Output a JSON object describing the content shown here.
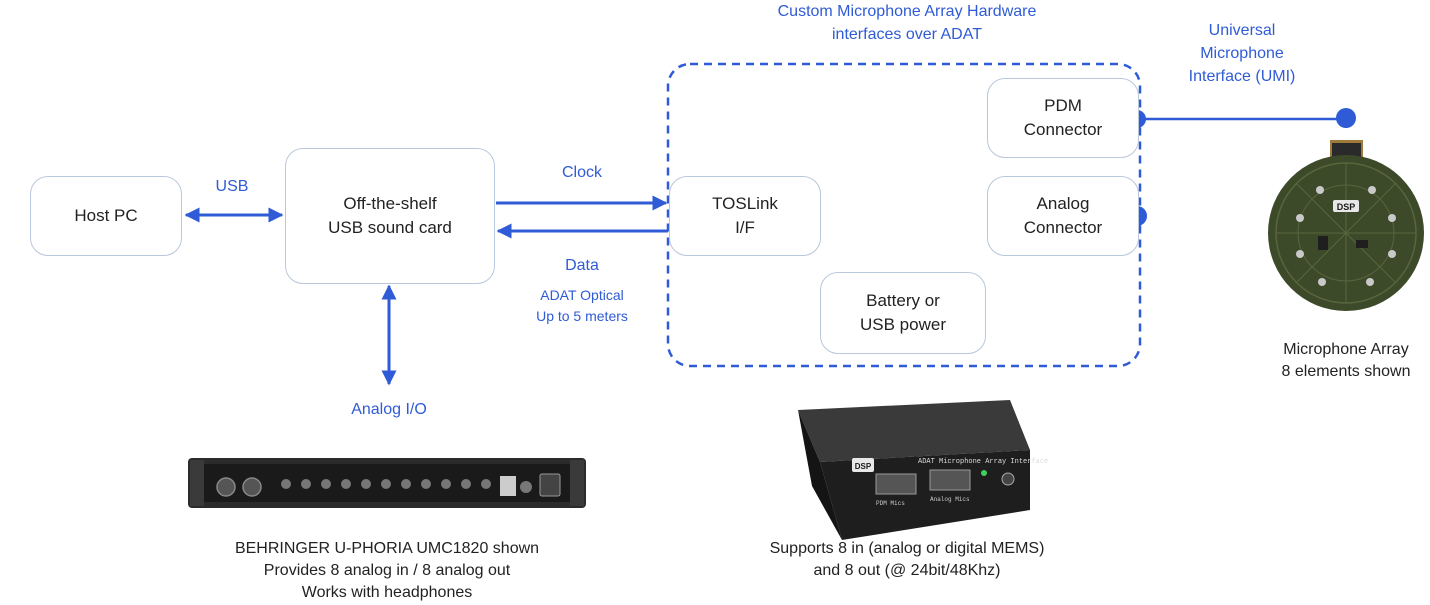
{
  "nodes": {
    "host_pc": "Host PC",
    "sound_card": "Off-the-shelf\nUSB sound card",
    "toslink": "TOSLink\nI/F",
    "pdm_connector": "PDM\nConnector",
    "analog_connector": "Analog\nConnector",
    "power": "Battery or\nUSB power"
  },
  "edge_labels": {
    "usb": "USB",
    "clock": "Clock",
    "data": "Data",
    "adat_optical": "ADAT Optical\nUp to 5 meters",
    "analog_io": "Analog I/O",
    "umi": "Universal\nMicrophone\nInterface (UMI)"
  },
  "group_label": "Custom Microphone Array Hardware\ninterfaces over ADAT",
  "captions": {
    "behringer": "BEHRINGER U-PHORIA UMC1820 shown\nProvides 8 analog in / 8 analog out\nWorks with headphones",
    "adat_box": "Supports 8 in (analog or digital MEMS)\nand 8 out (@ 24bit/48Khz)",
    "mic_array": "Microphone Array\n8 elements shown"
  },
  "device_text": {
    "adat_box_title": "ADAT Microphone Array Interface",
    "pdm_mics": "PDM Mics",
    "analog_mics": "Analog Mics",
    "dsp_logo": "DSP"
  },
  "colors": {
    "accent": "#2f5bd6",
    "box_border": "#b9c7dc",
    "pcb_green": "#3d4a2a"
  }
}
